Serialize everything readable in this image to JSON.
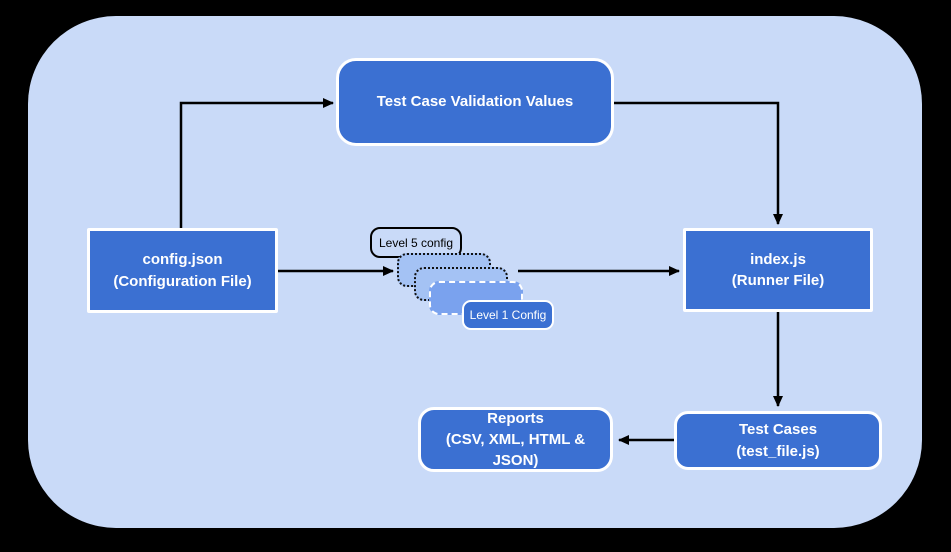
{
  "colors": {
    "page_bg": "#000000",
    "surface_bg": "#c9daf8",
    "node_fill": "#3b70d2",
    "node_border": "#ffffff",
    "stack_light": "#a4c2f4",
    "stack_dark": "#7aa2ee",
    "arrow": "#000000"
  },
  "nodes": {
    "validation": {
      "lines": [
        "Test Case Validation Values"
      ]
    },
    "config": {
      "lines": [
        "config.json",
        "(Configuration File)"
      ]
    },
    "index": {
      "lines": [
        "index.js",
        "(Runner File)"
      ]
    },
    "test_cases": {
      "lines": [
        "Test Cases",
        "(test_file.js)"
      ]
    },
    "reports": {
      "lines": [
        "Reports",
        "(CSV, XML, HTML & JSON)"
      ]
    },
    "level5_label": {
      "label": "Level 5 config"
    },
    "level1_label": {
      "label": "Level 1 Config"
    }
  }
}
